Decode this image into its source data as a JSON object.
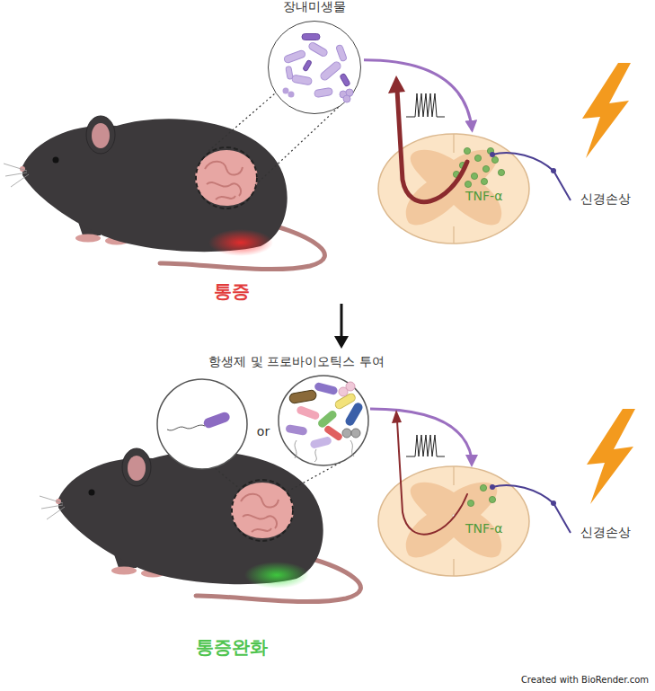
{
  "diagram": {
    "nodes": [
      {
        "text": [
          "장내미생물"
        ]
      },
      {
        "text": [
          "TNF-α"
        ]
      },
      {
        "text": [
          "TNF-α"
        ]
      }
    ],
    "edges": [
      {
        "from": 0,
        "to": 1,
        "arrow": "to"
      }
    ],
    "labels": [
      "신경손상",
      "통증",
      "항생제 및 프로바이오틱스 투여",
      "or",
      "신경손상",
      "통증완화",
      "Created with BioRender.com"
    ]
  }
}
